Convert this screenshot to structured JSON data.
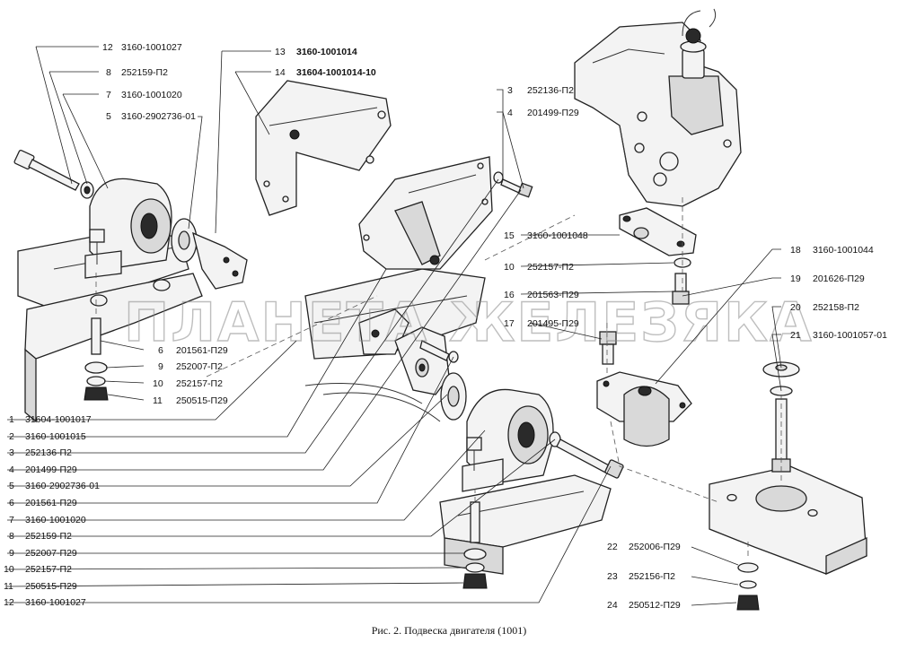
{
  "watermark": "ПЛАНЕТА ЖЕЛЕЗЯКА",
  "caption": "Рис. 2. Подвеска двигателя (1001)",
  "callouts": [
    {
      "num": "12",
      "code": "3160-1001027"
    },
    {
      "num": "8",
      "code": "252159-П2"
    },
    {
      "num": "7",
      "code": "3160-1001020"
    },
    {
      "num": "5",
      "code": "3160-2902736-01"
    },
    {
      "num": "13",
      "code": "3160-1001014"
    },
    {
      "num": "14",
      "code": "31604-1001014-10"
    },
    {
      "num": "3",
      "code": "252136-П2"
    },
    {
      "num": "4",
      "code": "201499-П29"
    },
    {
      "num": "15",
      "code": "3160-1001048"
    },
    {
      "num": "10",
      "code": "252157-П2"
    },
    {
      "num": "16",
      "code": "201563-П29"
    },
    {
      "num": "17",
      "code": "201495-П29"
    },
    {
      "num": "18",
      "code": "3160-1001044"
    },
    {
      "num": "19",
      "code": "201626-П29"
    },
    {
      "num": "20",
      "code": "252158-П2"
    },
    {
      "num": "21",
      "code": "3160-1001057-01"
    },
    {
      "num": "6",
      "code": "201561-П29"
    },
    {
      "num": "9",
      "code": "252007-П2"
    },
    {
      "num": "10",
      "code": "252157-П2"
    },
    {
      "num": "11",
      "code": "250515-П29"
    },
    {
      "num": "1",
      "code": "31604-1001017"
    },
    {
      "num": "2",
      "code": "3160-1001015"
    },
    {
      "num": "3",
      "code": "252136-П2"
    },
    {
      "num": "4",
      "code": "201499-П29"
    },
    {
      "num": "5",
      "code": "3160-2902736-01"
    },
    {
      "num": "6",
      "code": "201561-П29"
    },
    {
      "num": "7",
      "code": "3160-1001020"
    },
    {
      "num": "8",
      "code": "252159-П2"
    },
    {
      "num": "9",
      "code": "252007-П29"
    },
    {
      "num": "10",
      "code": "252157-П2"
    },
    {
      "num": "11",
      "code": "250515-П29"
    },
    {
      "num": "12",
      "code": "3160-1001027"
    },
    {
      "num": "22",
      "code": "252006-П29"
    },
    {
      "num": "23",
      "code": "252156-П2"
    },
    {
      "num": "24",
      "code": "250512-П29"
    }
  ]
}
